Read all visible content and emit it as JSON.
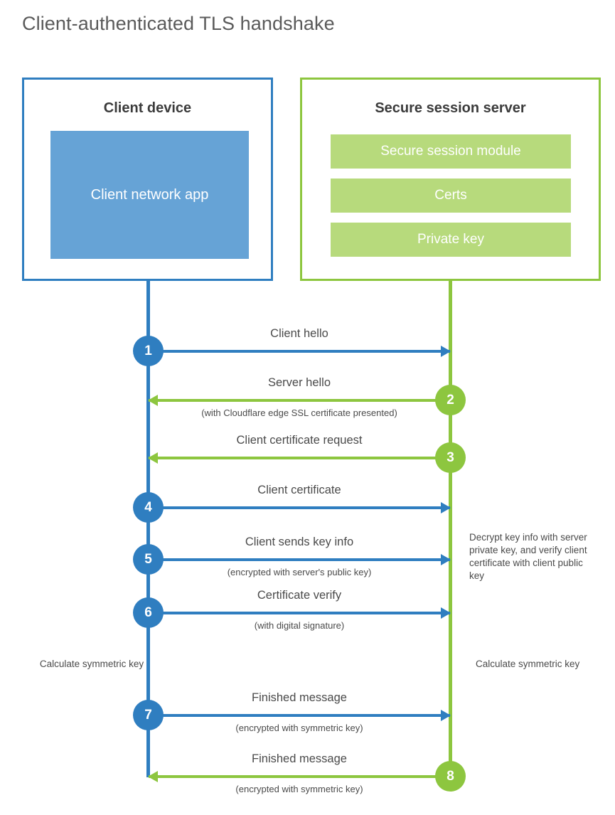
{
  "title": "Client-authenticated TLS handshake",
  "colors": {
    "client_blue": "#2f7ec0",
    "client_app_blue": "#66a3d6",
    "server_green": "#8dc63f",
    "server_module_green": "#b7da7c",
    "text_gray": "#4a4a4a",
    "title_gray": "#5a5a5a"
  },
  "client": {
    "title": "Client device",
    "app_label": "Client network app"
  },
  "server": {
    "title": "Secure session server",
    "modules": [
      {
        "label": "Secure session module"
      },
      {
        "label": "Certs"
      },
      {
        "label": "Private key"
      }
    ]
  },
  "steps": [
    {
      "number": "1",
      "label": "Client hello",
      "sublabel": "",
      "direction": "client-to-server",
      "actor": "client"
    },
    {
      "number": "2",
      "label": "Server hello",
      "sublabel": "(with Cloudflare edge SSL certificate presented)",
      "direction": "server-to-client",
      "actor": "server"
    },
    {
      "number": "3",
      "label": "Client certificate request",
      "sublabel": "",
      "direction": "server-to-client",
      "actor": "server"
    },
    {
      "number": "4",
      "label": "Client certificate",
      "sublabel": "",
      "direction": "client-to-server",
      "actor": "client"
    },
    {
      "number": "5",
      "label": "Client sends key info",
      "sublabel": "(encrypted with server's public key)",
      "direction": "client-to-server",
      "actor": "client"
    },
    {
      "number": "6",
      "label": "Certificate verify",
      "sublabel": "(with digital signature)",
      "direction": "client-to-server",
      "actor": "client"
    },
    {
      "number": "7",
      "label": "Finished message",
      "sublabel": "(encrypted with symmetric key)",
      "direction": "client-to-server",
      "actor": "client"
    },
    {
      "number": "8",
      "label": "Finished message",
      "sublabel": "(encrypted with symmetric key)",
      "direction": "server-to-client",
      "actor": "server"
    }
  ],
  "notes": {
    "server_decrypt": "Decrypt key info with server private key, and verify client certificate with client public key",
    "client_calculate": "Calculate symmetric key",
    "server_calculate": "Calculate symmetric key"
  }
}
